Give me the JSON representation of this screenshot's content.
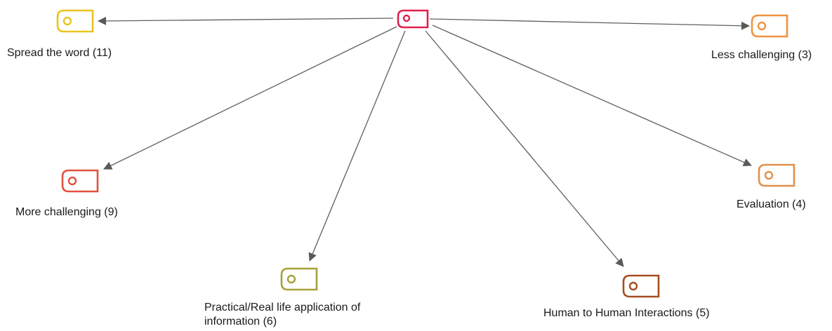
{
  "graph": {
    "root": {
      "color": "#e0214f",
      "icon": "tag-icon"
    },
    "nodes": [
      {
        "id": "spread-the-word",
        "label": "Spread the word (11)",
        "color": "#ebc41c",
        "icon": "tag-icon"
      },
      {
        "id": "less-challenging",
        "label": "Less challenging (3)",
        "color": "#ef9340",
        "icon": "tag-icon"
      },
      {
        "id": "more-challenging",
        "label": "More challenging (9)",
        "color": "#e3513e",
        "icon": "tag-icon"
      },
      {
        "id": "evaluation",
        "label": "Evaluation (4)",
        "color": "#e0914c",
        "icon": "tag-icon"
      },
      {
        "id": "practical-application",
        "label": "Practical/Real life application of information (6)",
        "color": "#a7a13a",
        "icon": "tag-icon"
      },
      {
        "id": "human-interactions",
        "label": "Human to Human Interactions (5)",
        "color": "#a44e20",
        "icon": "tag-icon"
      }
    ]
  }
}
